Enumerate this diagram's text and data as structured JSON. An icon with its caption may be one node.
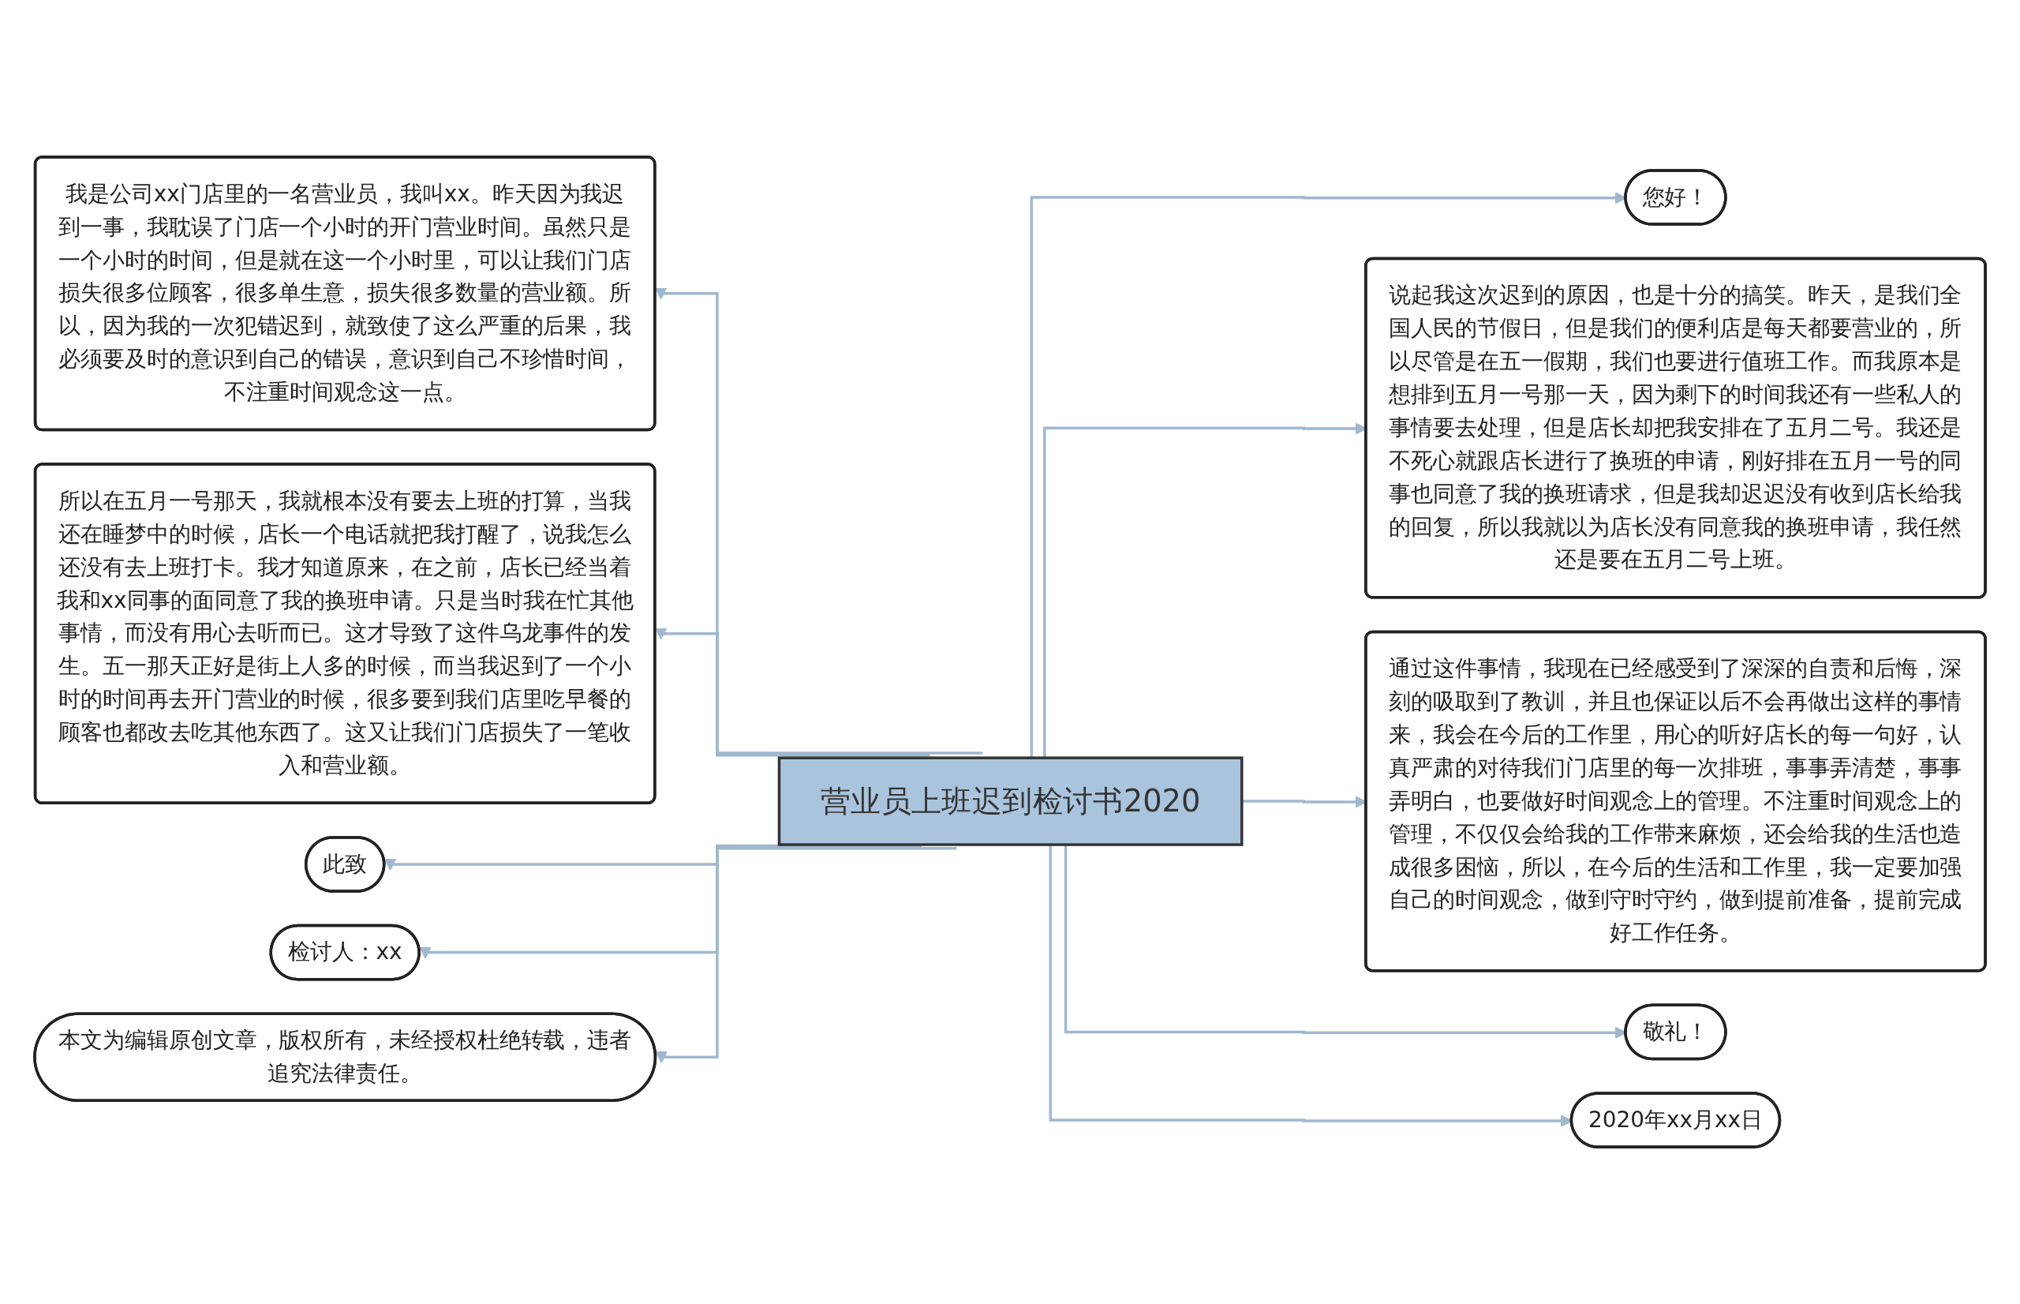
{
  "diagram": {
    "nodes": [
      {
        "text": [
          "营业员上班迟到检讨书2020"
        ]
      },
      {
        "text": [
          "我是公司xx门店里的一名营业员，我叫xx。昨天因为我迟到一事，我耽误了门店一个小时的开门营业时间。虽然只是一个小时的时间，但是就在这一个小时里，可以让我们门店损失很多位顾客，很多单生意，损失很多数量的营业额。所以，因为我的一次犯错迟到，就致使了这么严重的后果，我必须要及时的意识到自己的错误，意识到自己不珍惜时间，不注重时间观念这一点。"
        ]
      },
      {
        "text": [
          "所以在五月一号那天，我就根本没有要去上班的打算，当我还在睡梦中的时候，店长一个电话就把我打醒了，说我怎么还没有去上班打卡。我才知道原来，在之前，店长已经当着我和xx同事的面同意了我的换班申请。只是当时我在忙其他事情，而没有用心去听而已。这才导致了这件乌龙事件的发生。五一那天正好是街上人多的时候，而当我迟到了一个小时的时间再去开门营业的时候，很多要到我们店里吃早餐的顾客也都改去吃其他东西了。这又让我们门店损失了一笔收入和营业额。"
        ]
      },
      {
        "text": [
          "此致"
        ]
      },
      {
        "text": [
          "检讨人：xx"
        ]
      },
      {
        "text": [
          "本文为编辑原创文章，版权所有，未经授权杜绝转载，违者追究法律责任。"
        ]
      },
      {
        "text": [
          "您好！"
        ]
      },
      {
        "text": [
          "说起我这次迟到的原因，也是十分的搞笑。昨天，是我们全国人民的节假日，但是我们的便利店是每天都要营业的，所以尽管是在五一假期，我们也要进行值班工作。而我原本是想排到五月一号那一天，因为剩下的时间我还有一些私人的事情要去处理，但是店长却把我安排在了五月二号。我还是不死心就跟店长进行了换班的申请，刚好排在五月一号的同事也同意了我的换班请求，但是我却迟迟没有收到店长给我的回复，所以我就以为店长没有同意我的换班申请，我任然还是要在五月二号上班。"
        ]
      },
      {
        "text": [
          "通过这件事情，我现在已经感受到了深深的自责和后悔，深刻的吸取到了教训，并且也保证以后不会再做出这样的事情来，我会在今后的工作里，用心的听好店长的每一句好，认真严肃的对待我们门店里的每一次排班，事事弄清楚，事事弄明白，也要做好时间观念上的管理。不注重时间观念上的管理，不仅仅会给我的工作带来麻烦，还会给我的生活也造成很多困恼，所以，在今后的生活和工作里，我一定要加强自己的时间观念，做到守时守约，做到提前准备，提前完成好工作任务。"
        ]
      },
      {
        "text": [
          "敬礼！"
        ]
      },
      {
        "text": [
          "2020年xx月xx日"
        ]
      }
    ],
    "edges": [
      {
        "from": 0,
        "to": 1,
        "arrow": "to"
      },
      {
        "from": 0,
        "to": 2,
        "arrow": "to"
      },
      {
        "from": 0,
        "to": 3,
        "arrow": "to"
      },
      {
        "from": 0,
        "to": 4,
        "arrow": "to"
      },
      {
        "from": 0,
        "to": 5,
        "arrow": "to"
      },
      {
        "from": 0,
        "to": 6,
        "arrow": "to"
      },
      {
        "from": 0,
        "to": 7,
        "arrow": "to"
      },
      {
        "from": 0,
        "to": 8,
        "arrow": "to"
      },
      {
        "from": 0,
        "to": 9,
        "arrow": "to"
      },
      {
        "from": 0,
        "to": 10,
        "arrow": "to"
      }
    ]
  }
}
